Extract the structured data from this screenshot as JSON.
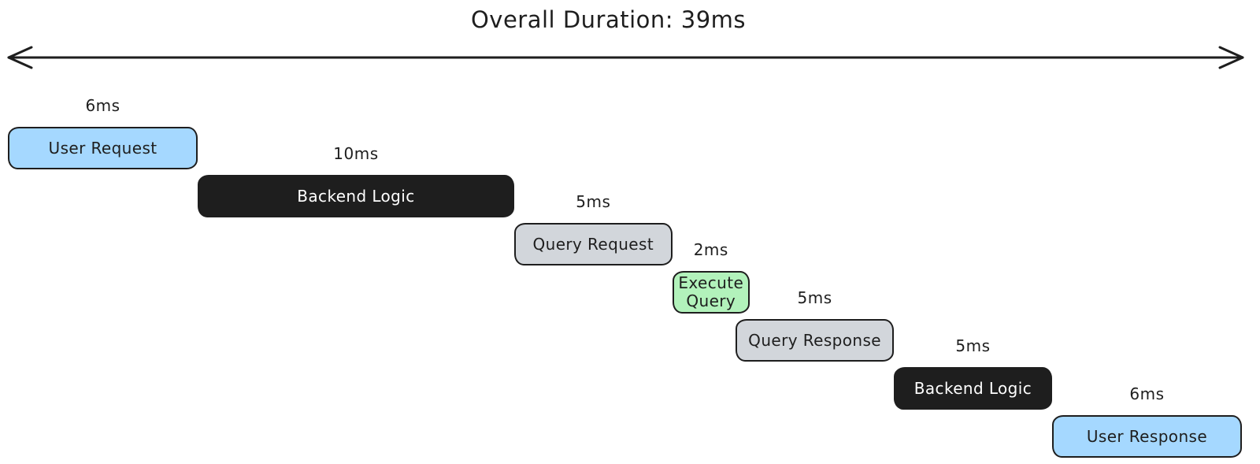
{
  "title": "Overall Duration: 39ms",
  "timeline": {
    "type": "waterfall-timeline",
    "total_ms": 39,
    "arrow_style": "double-headed"
  },
  "segments": [
    {
      "name": "user-request",
      "label": "User Request",
      "duration_ms": 6,
      "duration_label": "6ms",
      "color": "blue"
    },
    {
      "name": "backend-logic-1",
      "label": "Backend Logic",
      "duration_ms": 10,
      "duration_label": "10ms",
      "color": "black"
    },
    {
      "name": "query-request",
      "label": "Query Request",
      "duration_ms": 5,
      "duration_label": "5ms",
      "color": "gray"
    },
    {
      "name": "execute-query",
      "label": "Execute Query",
      "duration_ms": 2,
      "duration_label": "2ms",
      "color": "green"
    },
    {
      "name": "query-response",
      "label": "Query Response",
      "duration_ms": 5,
      "duration_label": "5ms",
      "color": "gray"
    },
    {
      "name": "backend-logic-2",
      "label": "Backend Logic",
      "duration_ms": 5,
      "duration_label": "5ms",
      "color": "black"
    },
    {
      "name": "user-response",
      "label": "User Response",
      "duration_ms": 6,
      "duration_label": "6ms",
      "color": "blue"
    }
  ],
  "colors": {
    "stroke": "#1e1e1e",
    "background": "#ffffff",
    "blue": {
      "fill": "#a5d8ff",
      "text": "#1e1e1e"
    },
    "black": {
      "fill": "#1e1e1e",
      "text": "#ffffff"
    },
    "gray": {
      "fill": "#d2d6db",
      "text": "#1e1e1e"
    },
    "green": {
      "fill": "#b2f2bb",
      "text": "#1e1e1e"
    }
  }
}
